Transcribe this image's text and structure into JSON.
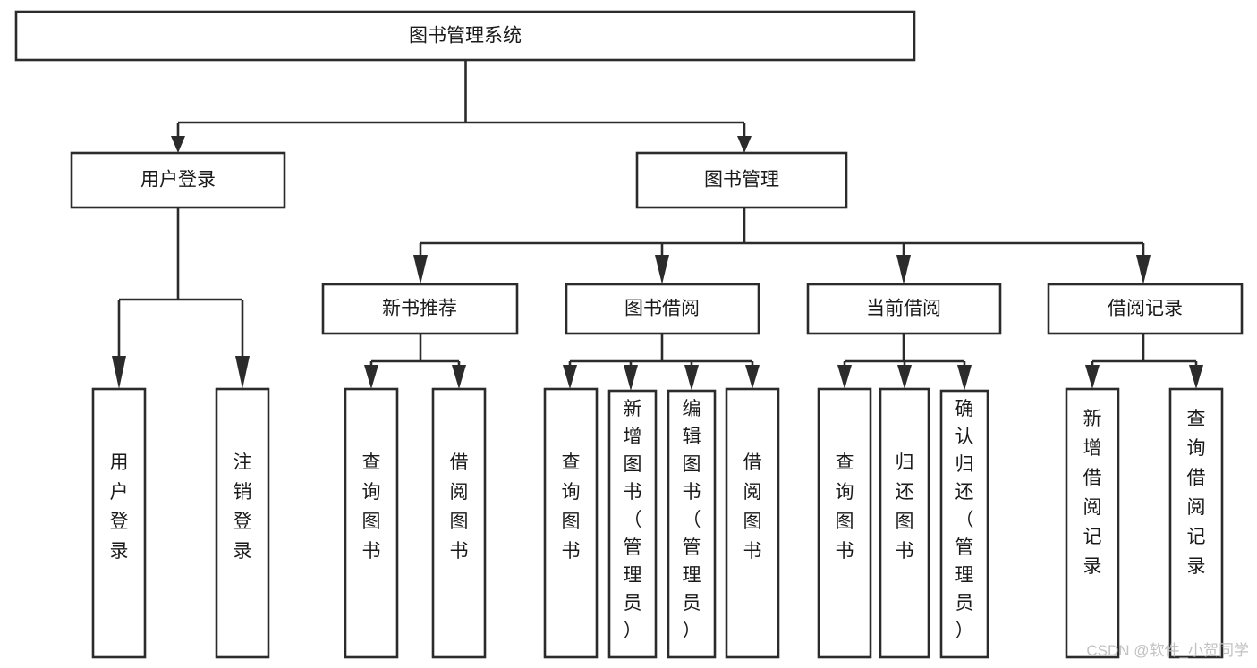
{
  "diagram": {
    "title": "图书管理系统",
    "type": "function-structure-tree",
    "orientation": "top-down",
    "root": {
      "id": "root",
      "label": "图书管理系统",
      "text_direction": "horizontal"
    },
    "level2": [
      {
        "id": "user-login",
        "label": "用户登录",
        "text_direction": "horizontal"
      },
      {
        "id": "book-manage",
        "label": "图书管理",
        "text_direction": "horizontal"
      }
    ],
    "level3": [
      {
        "id": "new-book-recommend",
        "label": "新书推荐",
        "parent": "book-manage",
        "text_direction": "horizontal"
      },
      {
        "id": "book-borrow",
        "label": "图书借阅",
        "parent": "book-manage",
        "text_direction": "horizontal"
      },
      {
        "id": "current-borrow",
        "label": "当前借阅",
        "parent": "book-manage",
        "text_direction": "horizontal"
      },
      {
        "id": "borrow-record",
        "label": "借阅记录",
        "parent": "book-manage",
        "text_direction": "horizontal"
      }
    ],
    "leaves": {
      "user-login": [
        {
          "id": "leaf-user-login",
          "label": "用户登录",
          "chars": [
            "用",
            "户",
            "登",
            "录"
          ]
        },
        {
          "id": "leaf-logout-login",
          "label": "注销登录",
          "chars": [
            "注",
            "销",
            "登",
            "录"
          ]
        }
      ],
      "new-book-recommend": [
        {
          "id": "leaf-query-book-1",
          "label": "查询图书",
          "chars": [
            "查",
            "询",
            "图",
            "书"
          ]
        },
        {
          "id": "leaf-borrow-book-1",
          "label": "借阅图书",
          "chars": [
            "借",
            "阅",
            "图",
            "书"
          ]
        }
      ],
      "book-borrow": [
        {
          "id": "leaf-query-book-2",
          "label": "查询图书",
          "chars": [
            "查",
            "询",
            "图",
            "书"
          ]
        },
        {
          "id": "leaf-add-book-admin",
          "label": "新增图书（管理员）",
          "chars": [
            "新",
            "增",
            "图",
            "书",
            "（",
            "管",
            "理",
            "员",
            "）"
          ]
        },
        {
          "id": "leaf-edit-book-admin",
          "label": "编辑图书（管理员）",
          "chars": [
            "编",
            "辑",
            "图",
            "书",
            "（",
            "管",
            "理",
            "员",
            "）"
          ]
        },
        {
          "id": "leaf-borrow-book-2",
          "label": "借阅图书",
          "chars": [
            "借",
            "阅",
            "图",
            "书"
          ]
        }
      ],
      "current-borrow": [
        {
          "id": "leaf-query-book-3",
          "label": "查询图书",
          "chars": [
            "查",
            "询",
            "图",
            "书"
          ]
        },
        {
          "id": "leaf-return-book",
          "label": "归还图书",
          "chars": [
            "归",
            "还",
            "图",
            "书"
          ]
        },
        {
          "id": "leaf-confirm-return-admin",
          "label": "确认归还（管理员）",
          "chars": [
            "确",
            "认",
            "归",
            "还",
            "（",
            "管",
            "理",
            "员",
            "）"
          ]
        }
      ],
      "borrow-record": [
        {
          "id": "leaf-add-borrow-record",
          "label": "新增借阅记录",
          "chars": [
            "新",
            "增",
            "借",
            "阅",
            "记",
            "录"
          ]
        },
        {
          "id": "leaf-query-borrow-record",
          "label": "查询借阅记录",
          "chars": [
            "查",
            "询",
            "借",
            "阅",
            "记",
            "录"
          ]
        }
      ]
    }
  },
  "watermark": {
    "text": "CSDN @软件_小贺同学"
  },
  "colors": {
    "stroke": "#2b2b2b",
    "box_fill": "#ffffff",
    "text": "#1a1a1a",
    "background": "#ffffff",
    "watermark": "#c2c2c2"
  }
}
